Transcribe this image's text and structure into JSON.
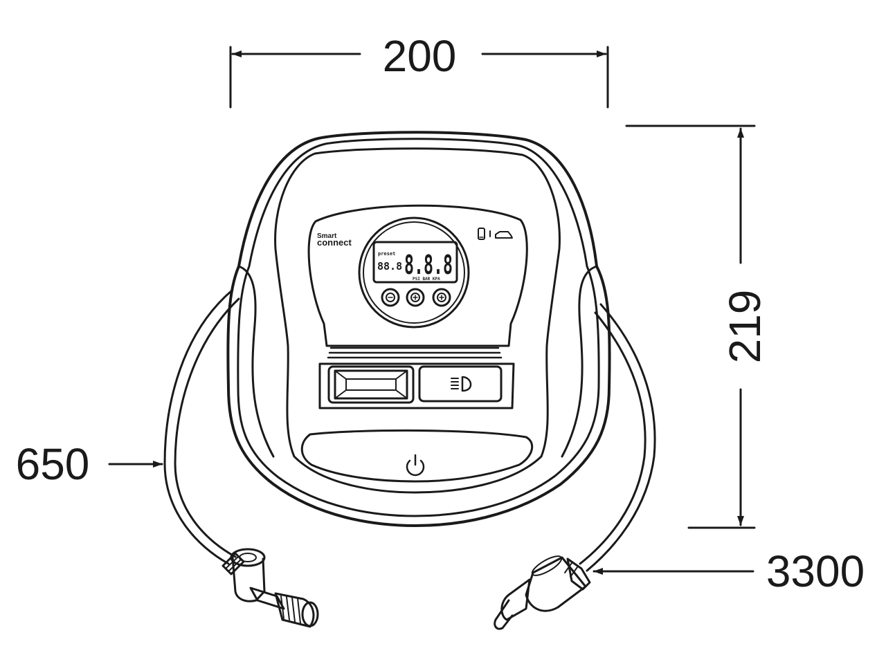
{
  "dimensions": {
    "width": "200",
    "height": "219",
    "hose_length": "650",
    "cable_length": "3300"
  },
  "device": {
    "brand_line1": "Smart",
    "brand_line2": "connect",
    "display_main": "8.8.8",
    "display_small": "88.8",
    "display_small_label": "preset",
    "unit_labels": "PSI BAR KPA",
    "light_icon": "headlight-icon",
    "power_icon": "power-icon",
    "phone_icon": "phone-icon",
    "car_icon": "car-icon"
  },
  "colors": {
    "ink": "#1a1a1a",
    "background": "#ffffff"
  }
}
